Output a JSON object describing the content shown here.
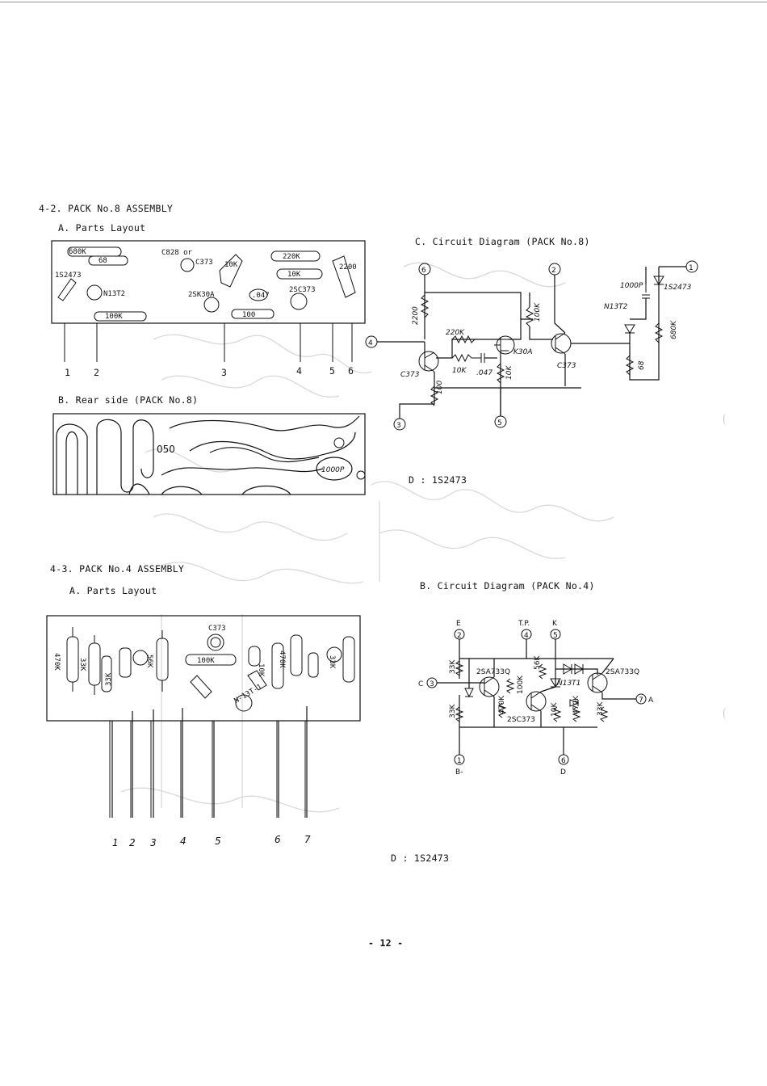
{
  "header_rule": true,
  "pack8": {
    "section_title": "4-2. PACK No.8 ASSEMBLY",
    "parts_layout_title": "A. Parts Layout",
    "rear_side_title": "B. Rear side (PACK No.8)",
    "circuit_title": "C. Circuit Diagram (PACK No.8)",
    "diode_note": "D : 1S2473",
    "parts": [
      "680K",
      "68",
      "C828 or",
      "C373",
      "1S2473",
      "N13T2",
      "100K",
      "2SK30A",
      "10K",
      ".047",
      "100",
      "220K",
      "10K",
      "2SC373",
      "2200"
    ],
    "lead_numbers": [
      "1",
      "2",
      "3",
      "4",
      "5",
      "6"
    ],
    "rear_labels": [
      "050",
      "1000P"
    ],
    "circuit_terminals": [
      "6",
      "4",
      "3",
      "5",
      "2",
      "1"
    ],
    "circuit_labels": [
      "2200",
      "220K",
      "C373",
      "10K",
      ".047",
      "100",
      "K30A",
      "10K",
      "100K",
      "C373",
      "1000P",
      "1S2473",
      "N13T2",
      "68",
      "680K"
    ]
  },
  "pack4": {
    "section_title": "4-3. PACK No.4 ASSEMBLY",
    "parts_layout_title": "A. Parts Layout",
    "circuit_title": "B. Circuit Diagram (PACK No.4)",
    "diode_note": "D : 1S2473",
    "parts": [
      "470K",
      "33K",
      "33K",
      "56K",
      "C373",
      "100K",
      "N-13T-1",
      "10K",
      "470K",
      "33K"
    ],
    "lead_numbers": [
      "1",
      "2",
      "3",
      "4",
      "5",
      "6",
      "7"
    ],
    "circuit_terminals": [
      "E",
      "2",
      "T.P.",
      "4",
      "K",
      "5",
      "C",
      "3",
      "1",
      "B-",
      "6",
      "D",
      "7",
      "A"
    ],
    "circuit_labels": [
      "33K",
      "2SA733Q",
      "56K",
      "N13T1",
      "2SA733Q",
      "100K",
      "33K",
      "470K",
      "2SC373",
      "10K",
      "470K",
      "33K"
    ]
  },
  "page_number": "- 12 -"
}
